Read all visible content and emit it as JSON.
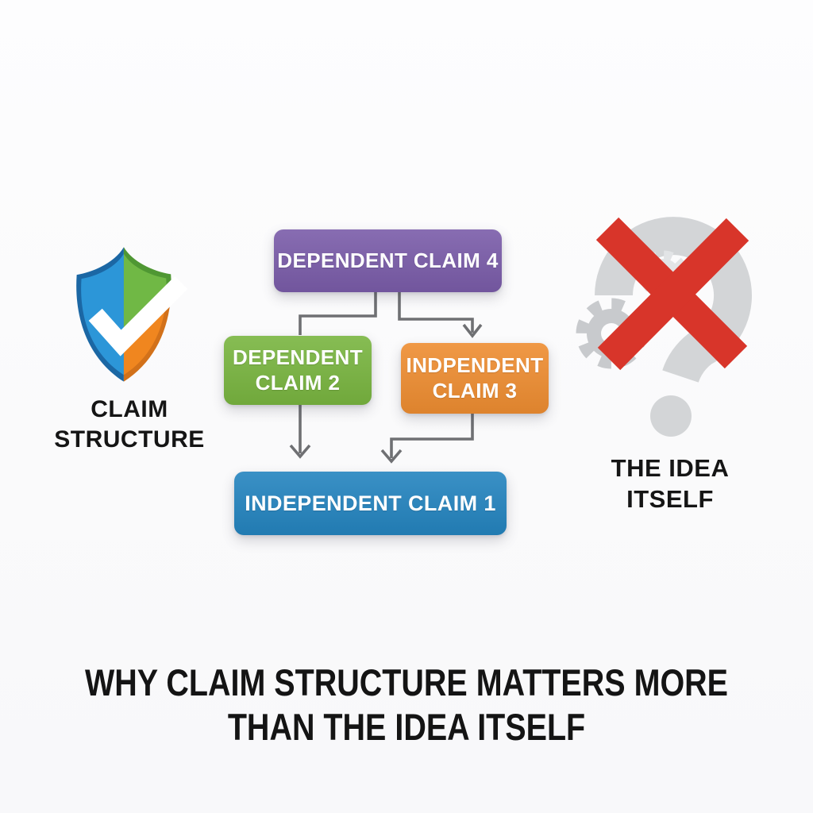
{
  "background": "#fcfcfd",
  "main_title": {
    "line1": "WHY CLAIM STRUCTURE MATTERS MORE",
    "line2": "THAN THE IDEA ITSELF",
    "color": "#141414"
  },
  "left_figure": {
    "icon": "shield-check-icon",
    "caption_line1": "CLAIM",
    "caption_line2": "STRUCTURE",
    "caption_color": "#151515",
    "colors": {
      "shield_blue": "#2c96d8",
      "shield_blue_dark": "#1b67a4",
      "shield_green": "#70b845",
      "shield_green_dark": "#4f9733",
      "shield_orange": "#f0861f",
      "shield_orange_dark": "#d2711a",
      "checkmark": "#ffffff"
    }
  },
  "flowchart": {
    "connector_color": "#6f7073",
    "text_color": "#ffffff",
    "nodes": [
      {
        "id": "dependent-claim-4",
        "lines": [
          "DEPENDENT CLAIM 4"
        ],
        "color": "#7a5ca9"
      },
      {
        "id": "dependent-claim-2",
        "lines": [
          "DEPENDENT",
          "CLAIM 2"
        ],
        "color": "#79b540"
      },
      {
        "id": "independent-claim-3",
        "lines": [
          "INDPENDENT",
          "CLAIM 3"
        ],
        "color": "#ee8d31"
      },
      {
        "id": "independent-claim-1",
        "lines": [
          "INDEPENDENT CLAIM 1"
        ],
        "color": "#2484bf"
      }
    ],
    "edges": [
      {
        "from": "dependent-claim-4",
        "to": "dependent-claim-2"
      },
      {
        "from": "dependent-claim-4",
        "to": "independent-claim-3"
      },
      {
        "from": "dependent-claim-2",
        "to": "independent-claim-1"
      },
      {
        "from": "independent-claim-3",
        "to": "independent-claim-1"
      }
    ]
  },
  "right_figure": {
    "icon": "crossed-out-question-mark-icon",
    "caption_line1": "THE IDEA",
    "caption_line2": "ITSELF",
    "caption_color": "#151515",
    "colors": {
      "question_mark": "#d3d5d7",
      "gear_large": "#c8cacd",
      "gear_small": "#e2e4e6",
      "cross": "#d8352a"
    }
  }
}
